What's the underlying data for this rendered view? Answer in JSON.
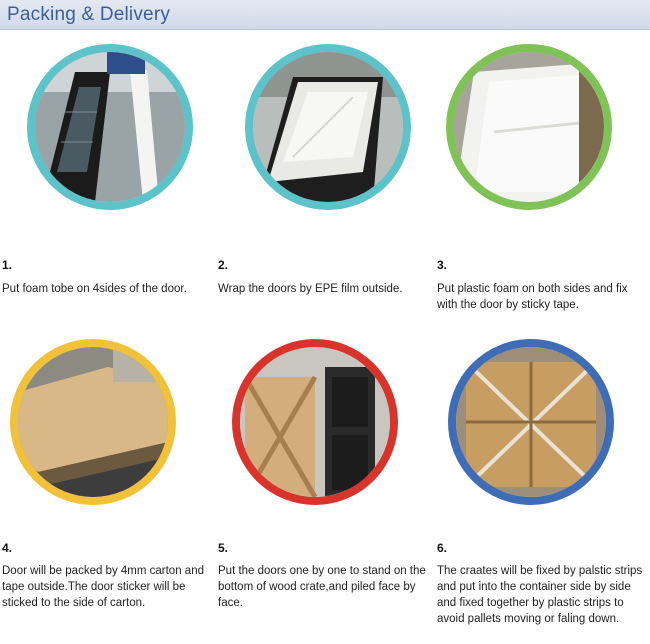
{
  "header": {
    "title": "Packing & Delivery"
  },
  "steps": [
    {
      "number": "1.",
      "text": "Put foam tobe on 4sides of the door.",
      "ring_color": "#5bc3c9",
      "icon": "door-foam-photo"
    },
    {
      "number": "2.",
      "text": "Wrap the doors by EPE film outside.",
      "ring_color": "#5bc3c9",
      "icon": "door-film-photo"
    },
    {
      "number": "3.",
      "text": "Put plastic foam on both sides and fix with the door by sticky tape.",
      "ring_color": "#7fc356",
      "icon": "door-tape-photo"
    },
    {
      "number": "4.",
      "text": "Door will be packed by 4mm carton and tape outside.The door sticker will be sticked to the side of carton.",
      "ring_color": "#f2c13a",
      "icon": "carton-photo"
    },
    {
      "number": "5.",
      "text": "Put the doors one by one to stand on the bottom of wood crate,and piled face by face.",
      "ring_color": "#d9342b",
      "icon": "wood-crate-photo"
    },
    {
      "number": "6.",
      "text": "The craates will be fixed by palstic strips and put into the container side by side and fixed together by plastic strips to avoid pallets moving or faling down.",
      "ring_color": "#3f6db5",
      "icon": "container-photo"
    }
  ]
}
